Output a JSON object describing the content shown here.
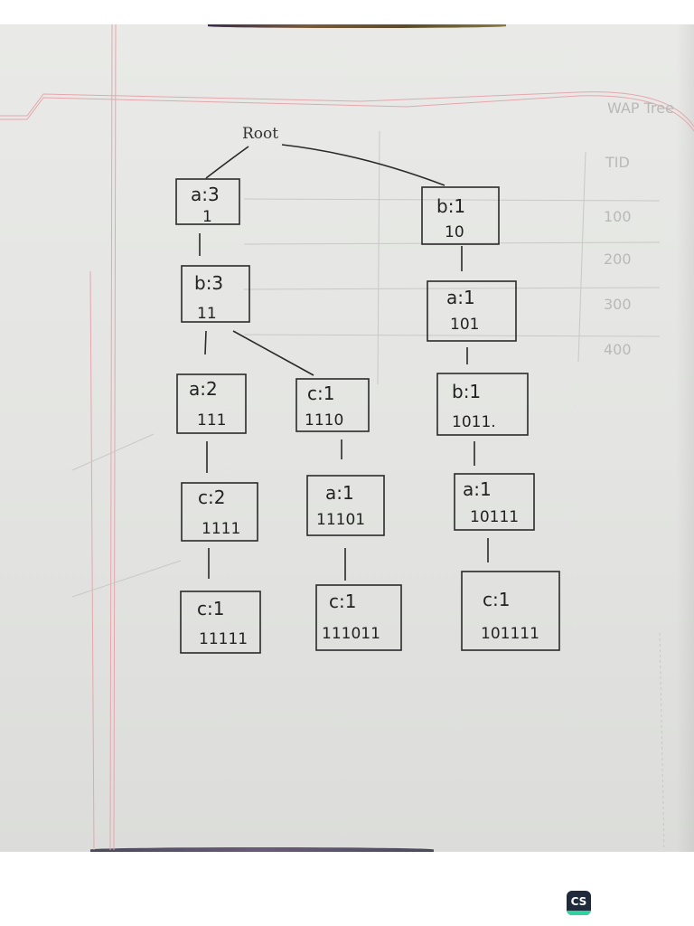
{
  "diagram": {
    "title": "Root",
    "nodes": [
      {
        "id": "a3",
        "label": "a:3",
        "code": "1"
      },
      {
        "id": "b3",
        "label": "b:3",
        "code": "11"
      },
      {
        "id": "a2",
        "label": "a:2",
        "code": "111"
      },
      {
        "id": "c2",
        "label": "c:2",
        "code": "1111"
      },
      {
        "id": "c1_left",
        "label": "c:1",
        "code": "11111"
      },
      {
        "id": "c1_mid",
        "label": "c:1",
        "code": "1110"
      },
      {
        "id": "a1_mid",
        "label": "a:1",
        "code": "11101"
      },
      {
        "id": "c1_mid2",
        "label": "c:1",
        "code": "111011"
      },
      {
        "id": "b1_right",
        "label": "b:1",
        "code": "10"
      },
      {
        "id": "a1_right",
        "label": "a:1",
        "code": "101"
      },
      {
        "id": "b1_right2",
        "label": "b:1",
        "code": "1011."
      },
      {
        "id": "a1_right2",
        "label": "a:1",
        "code": "10111"
      },
      {
        "id": "c1_right",
        "label": "c:1",
        "code": "101111"
      }
    ],
    "edges": [
      [
        "Root",
        "a3"
      ],
      [
        "Root",
        "b1_right"
      ],
      [
        "a3",
        "b3"
      ],
      [
        "b3",
        "a2"
      ],
      [
        "b3",
        "c1_mid"
      ],
      [
        "a2",
        "c2"
      ],
      [
        "c2",
        "c1_left"
      ],
      [
        "c1_mid",
        "a1_mid"
      ],
      [
        "a1_mid",
        "c1_mid2"
      ],
      [
        "b1_right",
        "a1_right"
      ],
      [
        "a1_right",
        "b1_right2"
      ],
      [
        "b1_right2",
        "a1_right2"
      ],
      [
        "a1_right2",
        "c1_right"
      ]
    ]
  },
  "background_bleed": {
    "table_header": "TID",
    "tids": [
      "100",
      "200",
      "300",
      "400"
    ],
    "corner_note": "WAP Tree"
  },
  "scanner_logo": {
    "text": "CS",
    "accent": "#2fd3a0",
    "bg": "#1f2a3a"
  }
}
